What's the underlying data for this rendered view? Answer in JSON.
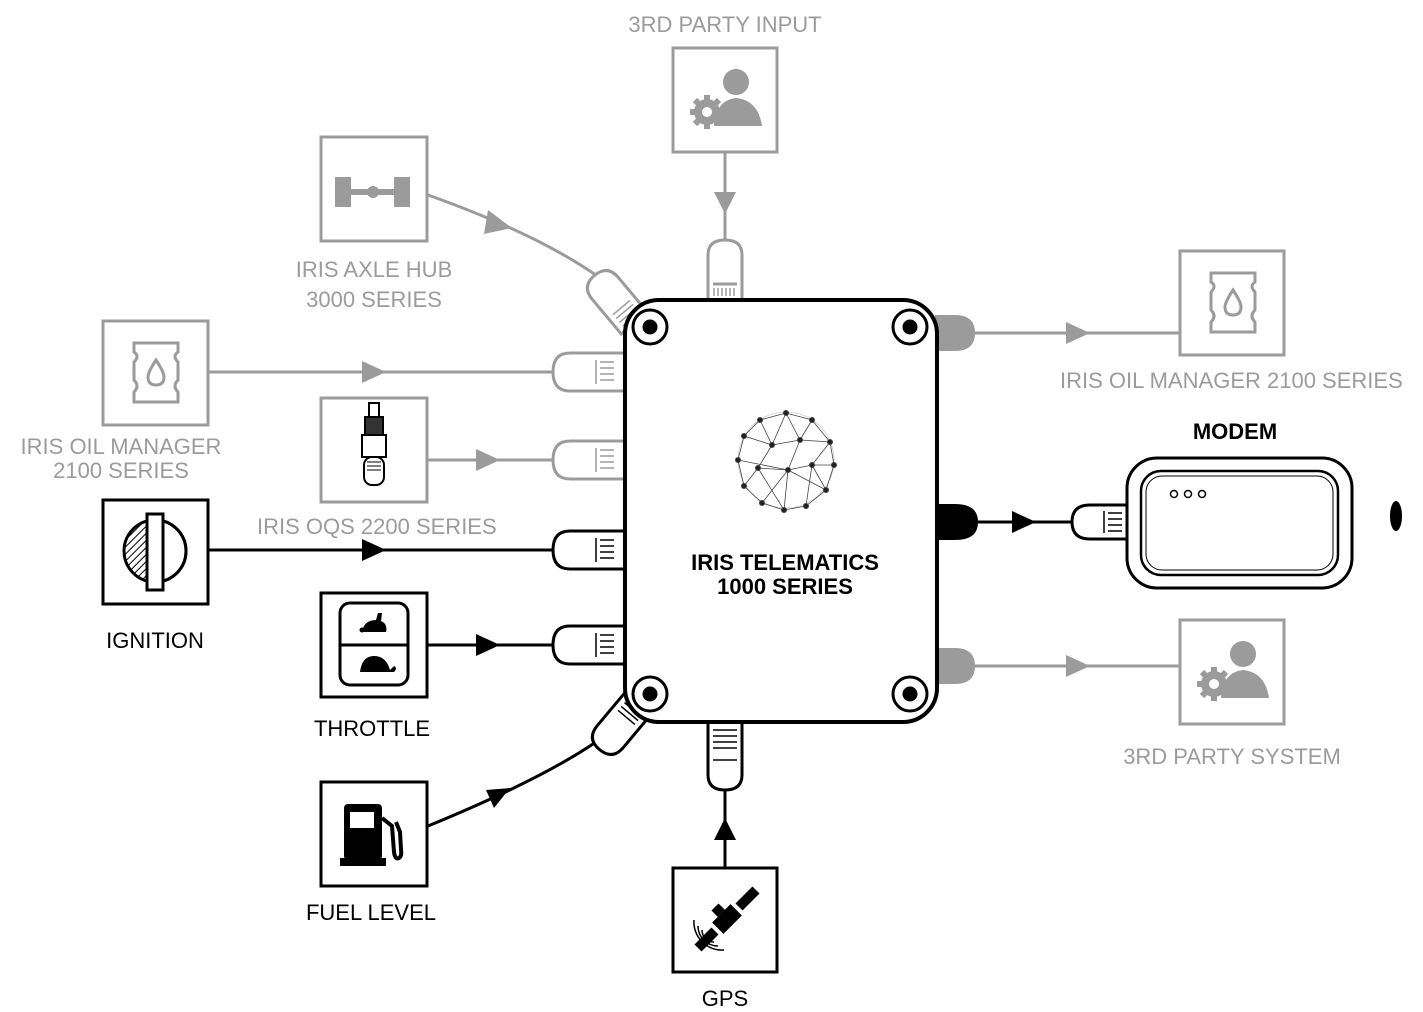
{
  "hub": {
    "line1": "IRIS TELEMATICS",
    "line2": "1000 SERIES"
  },
  "nodes": {
    "third_party_input": "3RD PARTY INPUT",
    "axle_hub_line1": "IRIS AXLE HUB",
    "axle_hub_line2": "3000 SERIES",
    "oil_manager_left_line1": "IRIS OIL MANAGER",
    "oil_manager_left_line2": "2100 SERIES",
    "oqs": "IRIS OQS 2200 SERIES",
    "ignition": "IGNITION",
    "throttle": "THROTTLE",
    "fuel_level": "FUEL LEVEL",
    "gps": "GPS",
    "oil_manager_right": "IRIS OIL MANAGER 2100 SERIES",
    "modem": "MODEM",
    "third_party_system": "3RD PARTY SYSTEM"
  },
  "colors": {
    "active": "#000000",
    "inactive": "#9b9b9b"
  }
}
